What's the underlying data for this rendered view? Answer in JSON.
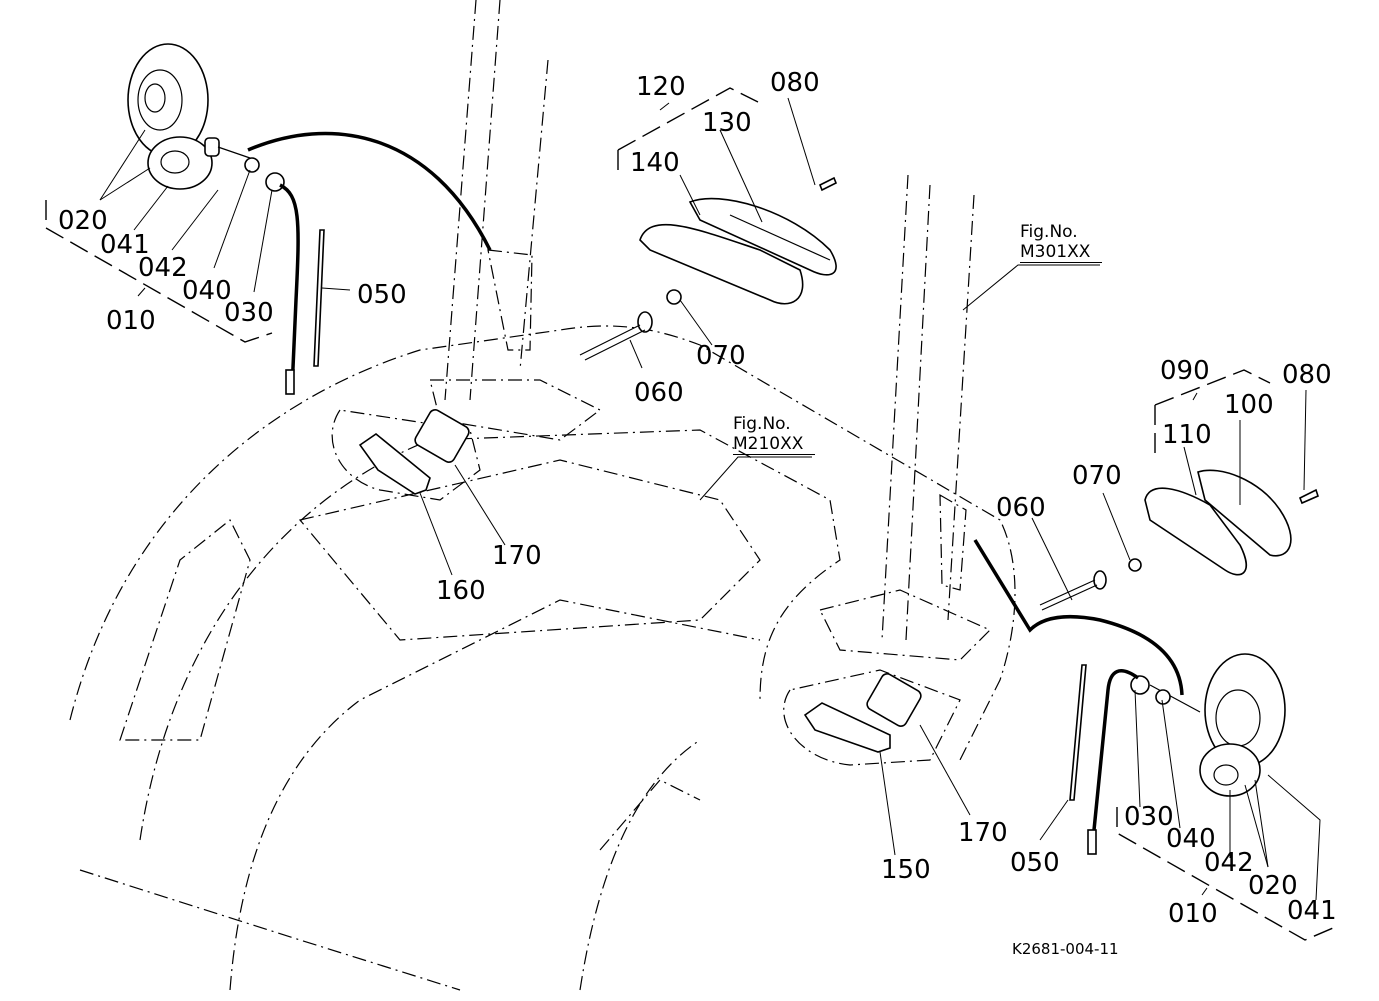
{
  "title": "Lamp / Turn Signal Assembly Parts Diagram",
  "drawing_id": "K2681-004-11",
  "figure_references": [
    {
      "prefix": "Fig.No.",
      "code": "M301XX"
    },
    {
      "prefix": "Fig.No.",
      "code": "M210XX"
    }
  ],
  "left_assembly": {
    "group_label": "010",
    "parts": [
      "020",
      "041",
      "042",
      "040",
      "030",
      "050"
    ]
  },
  "upper_signal_assembly": {
    "group_label": "120",
    "parts": [
      "080",
      "130",
      "140",
      "070",
      "060"
    ]
  },
  "right_signal_assembly": {
    "group_label": "090",
    "parts": [
      "080",
      "100",
      "110",
      "070",
      "060"
    ]
  },
  "brackets": {
    "left": [
      "160",
      "170"
    ],
    "right": [
      "150",
      "170"
    ]
  },
  "right_assembly": {
    "group_label": "010",
    "parts": [
      "030",
      "040",
      "042",
      "020",
      "041",
      "050"
    ]
  }
}
